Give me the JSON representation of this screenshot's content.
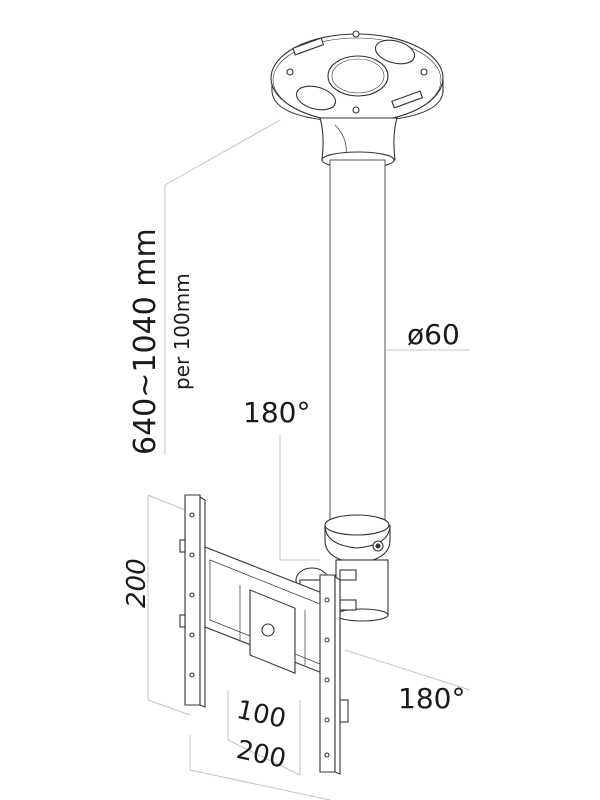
{
  "diagram": {
    "subject": "Ceiling TV mount technical drawing",
    "labels": {
      "height_range": "640~1040 mm",
      "height_step": "per 100mm",
      "diameter": "ø60",
      "tilt_angle": "180°",
      "swivel_angle": "180°",
      "vesa_height": "200",
      "vesa_width_inner": "100",
      "vesa_width_outer": "200"
    },
    "colors": {
      "line": "#333333",
      "dimension_line": "#bbbbbb",
      "text": "#1a1a1a",
      "background": "#ffffff"
    }
  }
}
